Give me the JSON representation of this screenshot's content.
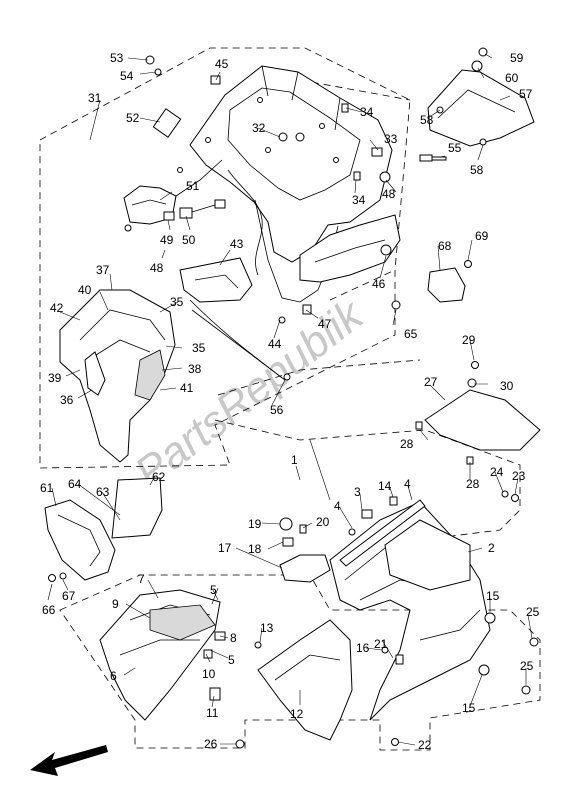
{
  "watermark": "PartsRepublik",
  "callouts": {
    "c1": "1",
    "c2": "2",
    "c3": "3",
    "c4a": "4",
    "c4b": "4",
    "c5a": "5",
    "c5b": "5",
    "c6": "6",
    "c7": "7",
    "c8": "8",
    "c9": "9",
    "c10": "10",
    "c11": "11",
    "c12": "12",
    "c13": "13",
    "c14": "14",
    "c15a": "15",
    "c15b": "15",
    "c16": "16",
    "c17": "17",
    "c18": "18",
    "c19": "19",
    "c20": "20",
    "c21": "21",
    "c22": "22",
    "c23": "23",
    "c24": "24",
    "c25a": "25",
    "c25b": "25",
    "c26": "26",
    "c27": "27",
    "c28a": "28",
    "c28b": "28",
    "c29": "29",
    "c30": "30",
    "c31": "31",
    "c32": "32",
    "c33": "33",
    "c34a": "34",
    "c34b": "34",
    "c35a": "35",
    "c35b": "35",
    "c36": "36",
    "c37": "37",
    "c38": "38",
    "c39": "39",
    "c40": "40",
    "c41": "41",
    "c42": "42",
    "c43": "43",
    "c44": "44",
    "c45": "45",
    "c46": "46",
    "c47": "47",
    "c48a": "48",
    "c48b": "48",
    "c49": "49",
    "c50": "50",
    "c51": "51",
    "c52": "52",
    "c53": "53",
    "c54": "54",
    "c55": "55",
    "c56": "56",
    "c57": "57",
    "c58a": "58",
    "c58b": "58",
    "c59": "59",
    "c60": "60",
    "c61": "61",
    "c62": "62",
    "c63": "63",
    "c64": "64",
    "c65": "65",
    "c66": "66",
    "c67": "67",
    "c68": "68",
    "c69": "69"
  }
}
